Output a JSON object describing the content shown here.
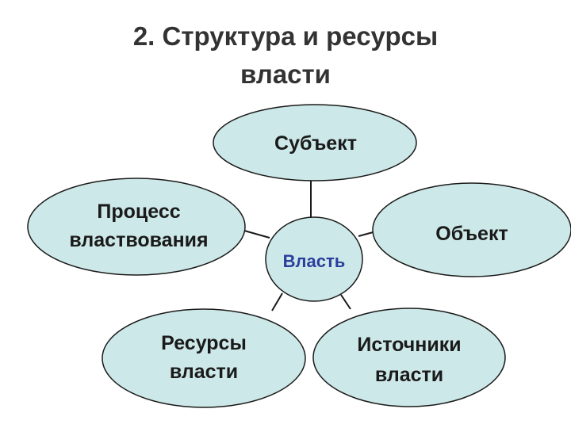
{
  "title": {
    "line1": "2. Структура и ресурсы",
    "line2": "власти"
  },
  "colors": {
    "node_fill": "#cde8e8",
    "node_stroke": "#1a1a1a",
    "center_text": "#2a3f9c"
  },
  "nodes": {
    "center": {
      "text": "Власть"
    },
    "subject": {
      "text": "Субъект"
    },
    "object": {
      "text": "Объект"
    },
    "process": {
      "line1": "Процесс",
      "line2": "властвования"
    },
    "resources": {
      "line1": "Ресурсы",
      "line2": "власти"
    },
    "sources": {
      "line1": "Источники",
      "line2": "власти"
    }
  }
}
